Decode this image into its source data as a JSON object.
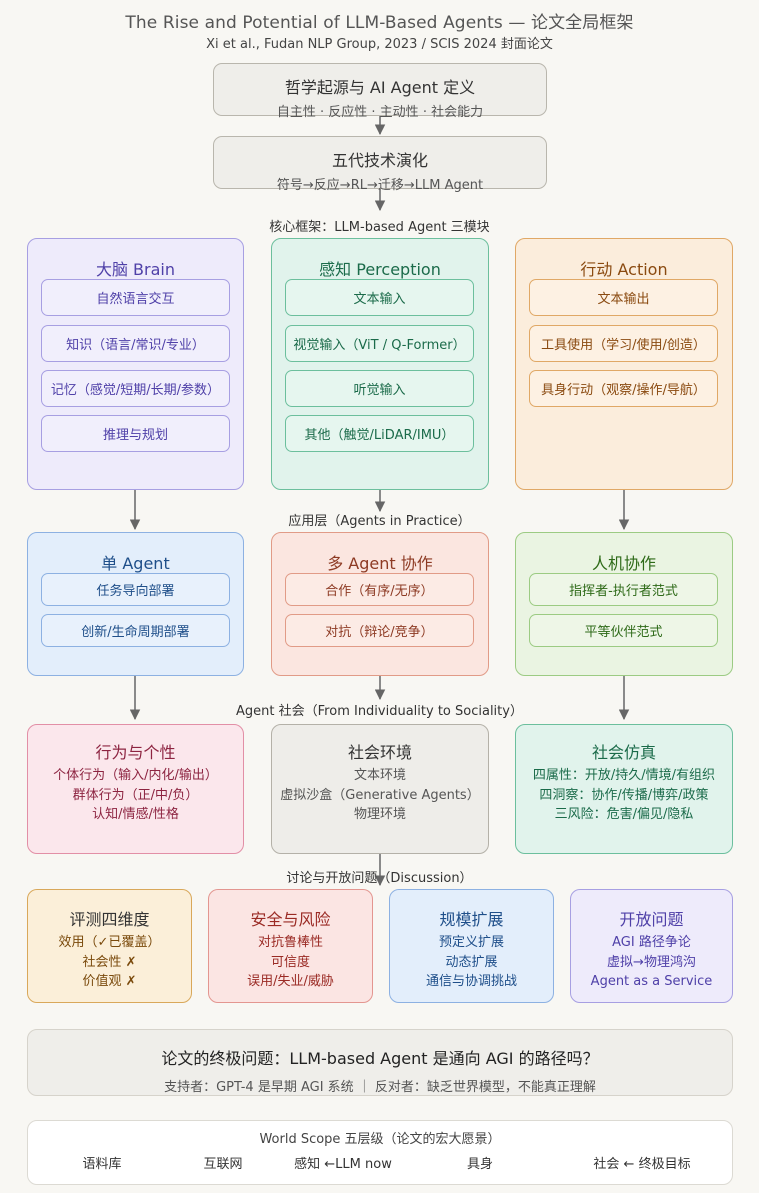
{
  "header": {
    "title": "The Rise and Potential of LLM-Based Agents — 论文全局框架",
    "subtitle": "Xi et al., Fudan NLP Group, 2023 / SCIS 2024 封面论文"
  },
  "top_boxes": [
    {
      "title": "哲学起源与 AI Agent 定义",
      "sub": "自主性 · 反应性 · 主动性 · 社会能力"
    },
    {
      "title": "五代技术演化",
      "sub": "符号→反应→RL→迁移→LLM Agent"
    }
  ],
  "section_labels": {
    "core": "核心框架：LLM-based Agent 三模块",
    "practice": "应用层（Agents in Practice）",
    "society": "Agent 社会（From Individuality to Sociality）",
    "discussion": "讨论与开放问题（Discussion）"
  },
  "modules": [
    {
      "title": "大脑 Brain",
      "items": [
        "自然语言交互",
        "知识（语言/常识/专业）",
        "记忆（感觉/短期/长期/参数）",
        "推理与规划"
      ]
    },
    {
      "title": "感知 Perception",
      "items": [
        "文本输入",
        "视觉输入（ViT / Q-Former）",
        "听觉输入",
        "其他（触觉/LiDAR/IMU）"
      ]
    },
    {
      "title": "行动 Action",
      "items": [
        "文本输出",
        "工具使用（学习/使用/创造）",
        "具身行动（观察/操作/导航）"
      ]
    }
  ],
  "practice": [
    {
      "title": "单 Agent",
      "items": [
        "任务导向部署",
        "创新/生命周期部署"
      ]
    },
    {
      "title": "多 Agent 协作",
      "items": [
        "合作（有序/无序）",
        "对抗（辩论/竞争）"
      ]
    },
    {
      "title": "人机协作",
      "items": [
        "指挥者-执行者范式",
        "平等伙伴范式"
      ]
    }
  ],
  "society": [
    {
      "title": "行为与个性",
      "lines": [
        "个体行为（输入/内化/输出）",
        "群体行为（正/中/负）",
        "认知/情感/性格"
      ]
    },
    {
      "title": "社会环境",
      "lines": [
        "文本环境",
        "虚拟沙盒（Generative Agents）",
        "物理环境"
      ]
    },
    {
      "title": "社会仿真",
      "lines": [
        "四属性：开放/持久/情境/有组织",
        "四洞察：协作/传播/博弈/政策",
        "三风险：危害/偏见/隐私"
      ]
    }
  ],
  "discussion": [
    {
      "title": "评测四维度",
      "lines": [
        "效用（✓已覆盖）",
        "社会性 ✗",
        "价值观 ✗"
      ]
    },
    {
      "title": "安全与风险",
      "lines": [
        "对抗鲁棒性",
        "可信度",
        "误用/失业/威胁"
      ]
    },
    {
      "title": "规模扩展",
      "lines": [
        "预定义扩展",
        "动态扩展",
        "通信与协调挑战"
      ]
    },
    {
      "title": "开放问题",
      "lines": [
        "AGI 路径争论",
        "虚拟→物理鸿沟",
        "Agent as a Service"
      ]
    }
  ],
  "final": {
    "question": "论文的终极问题：LLM-based Agent 是通向 AGI 的路径吗？",
    "sides": "支持者：GPT-4 是早期 AGI 系统 ｜ 反对者：缺乏世界模型，不能真正理解"
  },
  "world_scope": {
    "title": "World Scope 五层级（论文的宏大愿景）",
    "levels": [
      "语料库",
      "互联网",
      "感知 ←LLM now",
      "具身",
      "社会 ← 终极目标"
    ]
  }
}
